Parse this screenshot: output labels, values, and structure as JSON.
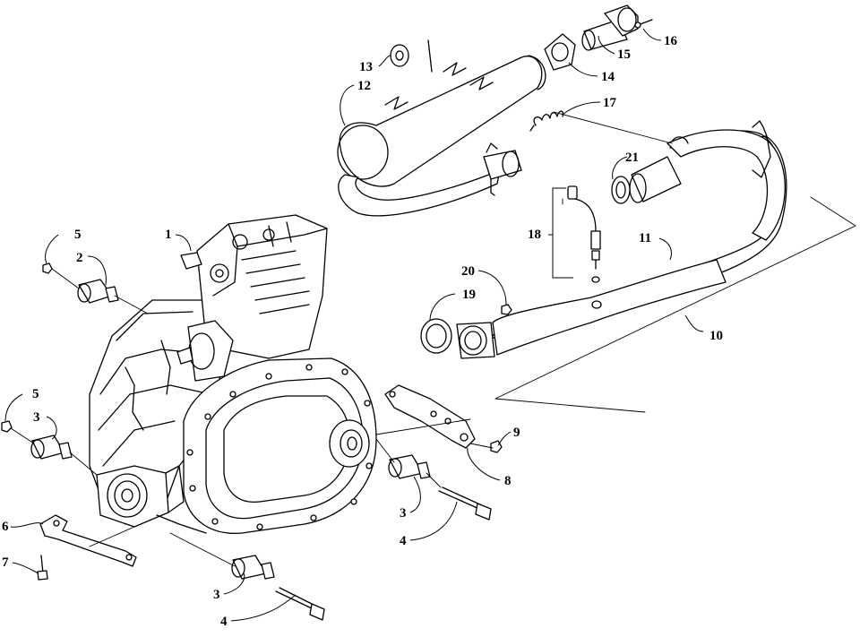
{
  "callouts": [
    {
      "id": "1",
      "label": "1"
    },
    {
      "id": "2",
      "label": "2"
    },
    {
      "id": "3a",
      "label": "3"
    },
    {
      "id": "3b",
      "label": "3"
    },
    {
      "id": "3c",
      "label": "3"
    },
    {
      "id": "4a",
      "label": "4"
    },
    {
      "id": "4b",
      "label": "4"
    },
    {
      "id": "5a",
      "label": "5"
    },
    {
      "id": "5b",
      "label": "5"
    },
    {
      "id": "6",
      "label": "6"
    },
    {
      "id": "7",
      "label": "7"
    },
    {
      "id": "8",
      "label": "8"
    },
    {
      "id": "9",
      "label": "9"
    },
    {
      "id": "10",
      "label": "10"
    },
    {
      "id": "11",
      "label": "11"
    },
    {
      "id": "12",
      "label": "12"
    },
    {
      "id": "13",
      "label": "13"
    },
    {
      "id": "14",
      "label": "14"
    },
    {
      "id": "15",
      "label": "15"
    },
    {
      "id": "16",
      "label": "16"
    },
    {
      "id": "17",
      "label": "17"
    },
    {
      "id": "18",
      "label": "18"
    },
    {
      "id": "19",
      "label": "19"
    },
    {
      "id": "20",
      "label": "20"
    },
    {
      "id": "21",
      "label": "21"
    }
  ]
}
